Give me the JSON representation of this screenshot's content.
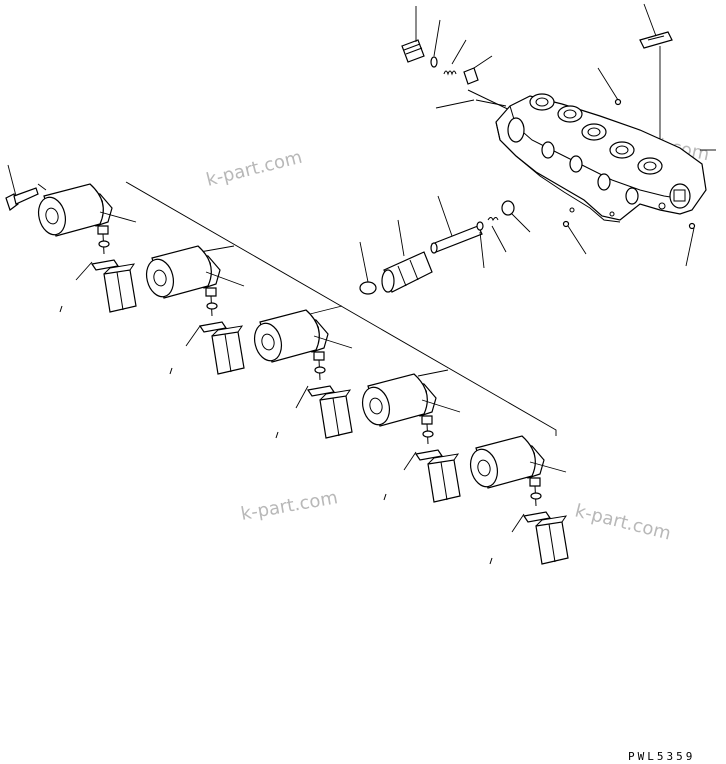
{
  "watermark": {
    "text": "k-part.com",
    "color": "#b8b8b8"
  },
  "drawing_code": "PWL5359",
  "components": {
    "valve_body": "manifold-valve-body",
    "spool": "valve-spool",
    "solenoids": [
      "solenoid-1",
      "solenoid-2",
      "solenoid-3",
      "solenoid-4",
      "solenoid-5"
    ]
  }
}
